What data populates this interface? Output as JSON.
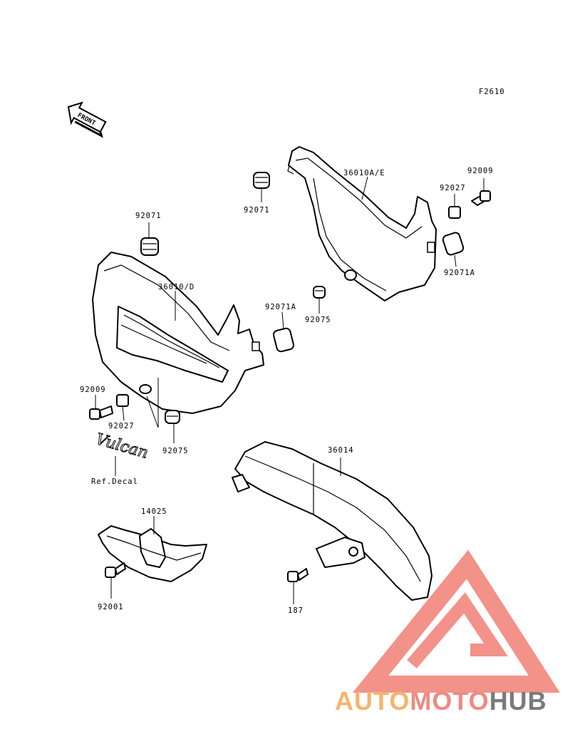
{
  "figure_code": "F2610",
  "front_arrow_label": "FRONT",
  "decal_script": "Vulcan",
  "labels": {
    "p36010AE": "36010A/E",
    "p92009_top": "92009",
    "p92027_top": "92027",
    "p92071A_right": "92071A",
    "p92071_top": "92071",
    "p92071_left": "92071",
    "p36010D": "36010/D",
    "p92071A_mid": "92071A",
    "p92075_mid": "92075",
    "p92009_left": "92009",
    "p92027_left": "92027",
    "p92075_bottom": "92075",
    "ref_decal": "Ref.Decal",
    "p36014": "36014",
    "p14025": "14025",
    "p92001": "92001",
    "p187": "187"
  },
  "watermark": {
    "part1": "AUTO",
    "part2": "MOTO",
    "part3": "HUB",
    "color1": "#f5b46a",
    "color2": "#f08a80",
    "color3": "#7a7a7a",
    "logo_color": "#ef7468"
  }
}
